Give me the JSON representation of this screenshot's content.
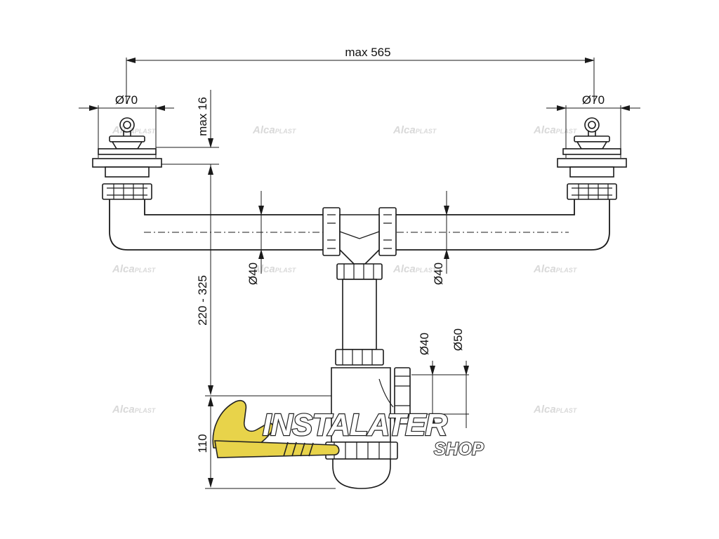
{
  "dimensions": {
    "overall_width": "max 565",
    "strainer_diameter_left": "Ø70",
    "strainer_diameter_right": "Ø70",
    "strainer_height": "max 16",
    "height_range": "220 - 325",
    "pipe_diameter_left": "Ø40",
    "pipe_diameter_right": "Ø40",
    "outlet_diameter_small": "Ø40",
    "outlet_diameter_large": "Ø50",
    "trap_height": "110"
  },
  "watermark": {
    "brand_part1": "Alca",
    "brand_part2": "PLAST"
  },
  "logo": {
    "main": "INSTALATER",
    "sub": "SHOP",
    "accent_color": "#e8d34a"
  },
  "colors": {
    "line": "#1a1a1a",
    "watermark": "#d9d9d9"
  }
}
